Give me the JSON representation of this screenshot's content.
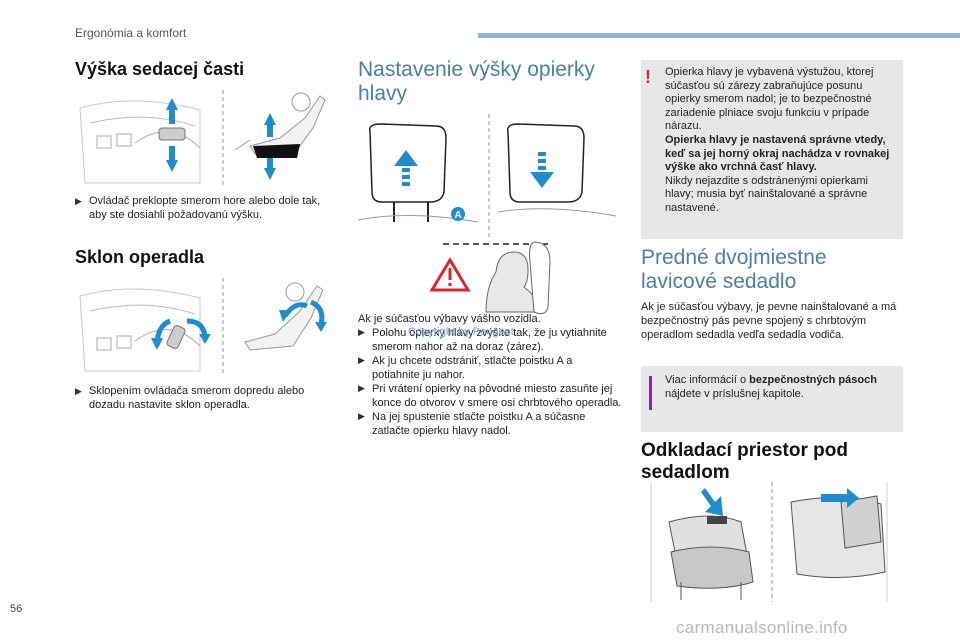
{
  "header": {
    "section": "Ergonómia a komfort"
  },
  "page_number": "56",
  "seat_height": {
    "title": "Výška sedacej časti",
    "bullet": "Ovládač preklopte smerom hore alebo dole tak, aby ste dosiahli požadovanú výšku."
  },
  "backrest": {
    "title": "Sklon operadla",
    "bullet": "Sklopením ovládača smerom dopredu alebo dozadu nastavite sklon operadla."
  },
  "headrest": {
    "title": "Nastavenie výšky opierky hlavy",
    "callout": "A",
    "intro": "Ak je súčasťou výbavy vášho vozidla.",
    "steps": [
      "Polohu opierky hlavy zvýšite tak, že ju vytiahnite smerom nahor až na doraz (zárez).",
      "Ak ju chcete odstrániť, stlačte poistku A a potiahnite ju nahor.",
      "Pri vrátení opierky na pôvodné miesto zasuňte jej konce do otvorov v smere osi chrbtového operadla.",
      "Na jej spustenie stlačte poistku A a súčasne zatlačte opierku hlavy nadol."
    ],
    "overlay_text": "Copyright by Peugeot"
  },
  "warning_box": {
    "mark": "!",
    "line1": "Opierka hlavy je vybavená výstužou, ktorej súčasťou sú zárezy zabraňujúce posunu opierky smerom nadol; je to bezpečnostné zariadenie plniace svoju funkciu v prípade nárazu.",
    "bold": "Opierka hlavy je nastavená správne vtedy, keď sa jej horný okraj nachádza v rovnakej výške ako vrchná časť hlavy.",
    "line2": "Nikdy nejazdite s odstránenými opierkami hlavy; musia byť nainštalované a správne nastavené."
  },
  "bench": {
    "title": "Predné dvojmiestne lavicové sedadlo",
    "text": "Ak je súčasťou výbavy, je pevne nainštalované a má bezpečnostný pás pevne spojený s chrbtovým operadlom sedadla vedľa sedadla vodiča."
  },
  "info_box": {
    "before": "Viac informácií o ",
    "bold": "bezpečnostných pásoch",
    "after": " nájdete v príslušnej kapitole."
  },
  "storage": {
    "title": "Odkladací priestor pod sedadlom"
  },
  "watermark": "carmanualsonline.info",
  "colors": {
    "accent_blue": "#1f8ccd",
    "header_bar": "#8db9d4",
    "warning_red": "#d8262d",
    "info_purple": "#8a2a8f",
    "box_gray": "#e6e7e8"
  }
}
